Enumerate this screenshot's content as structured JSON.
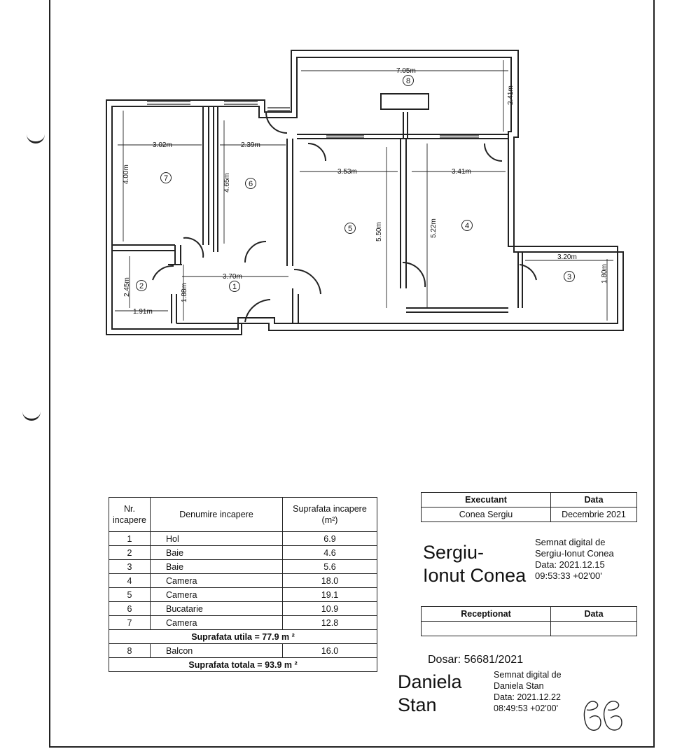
{
  "plan": {
    "dimensions": [
      "7.05m",
      "2.41m",
      "3.02m",
      "4.00m",
      "2.39m",
      "4.65m",
      "3.53m",
      "5.50m",
      "3.41m",
      "5.22m",
      "3.20m",
      "1.80m",
      "3.70m",
      "1.88m",
      "2.45m",
      "1.91m"
    ],
    "rooms": [
      "1",
      "2",
      "3",
      "4",
      "5",
      "6",
      "7",
      "8"
    ]
  },
  "area_table": {
    "headers": [
      "Nr. incapere",
      "Denumire incapere",
      "Suprafata incapere (m²)"
    ],
    "rows": [
      {
        "nr": "1",
        "name": "Hol",
        "area": "6.9"
      },
      {
        "nr": "2",
        "name": "Baie",
        "area": "4.6"
      },
      {
        "nr": "3",
        "name": "Baie",
        "area": "5.6"
      },
      {
        "nr": "4",
        "name": "Camera",
        "area": "18.0"
      },
      {
        "nr": "5",
        "name": "Camera",
        "area": "19.1"
      },
      {
        "nr": "6",
        "name": "Bucatarie",
        "area": "10.9"
      },
      {
        "nr": "7",
        "name": "Camera",
        "area": "12.8"
      }
    ],
    "useful_total": "Suprafata utila = 77.9 m ²",
    "balcony": {
      "nr": "8",
      "name": "Balcon",
      "area": "16.0"
    },
    "grand_total": "Suprafata totala = 93.9 m ²"
  },
  "executant_table": {
    "headers": [
      "Executant",
      "Data"
    ],
    "values": [
      "Conea Sergiu",
      "Decembrie 2021"
    ]
  },
  "receptionat_table": {
    "headers": [
      "Receptionat",
      "Data"
    ]
  },
  "signature1": {
    "name_line1": "Sergiu-",
    "name_line2": "Ionut Conea",
    "lines": [
      "Semnat digital de",
      "Sergiu-Ionut Conea",
      "Data: 2021.12.15",
      "09:53:33 +02'00'"
    ]
  },
  "dosar": "Dosar: 56681/2021",
  "signature2": {
    "name_line1": "Daniela",
    "name_line2": "Stan",
    "lines": [
      "Semnat digital de",
      "Daniela Stan",
      "Data: 2021.12.22",
      "08:49:53 +02'00'"
    ]
  }
}
